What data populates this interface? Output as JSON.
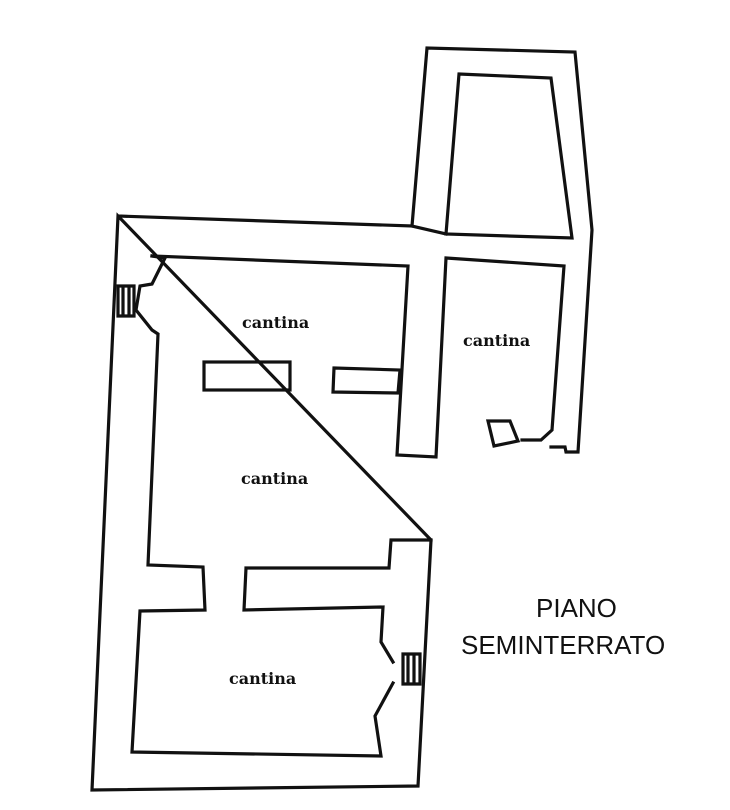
{
  "labels": {
    "cellar_top_left": "cantina",
    "cellar_top_right": "cantina",
    "cellar_center": "cantina",
    "cellar_bottom": "cantina"
  },
  "title": {
    "line1": "PIANO",
    "line2": "SEMINTERRATO"
  },
  "colors": {
    "ink": "#111111",
    "background": "#ffffff"
  }
}
